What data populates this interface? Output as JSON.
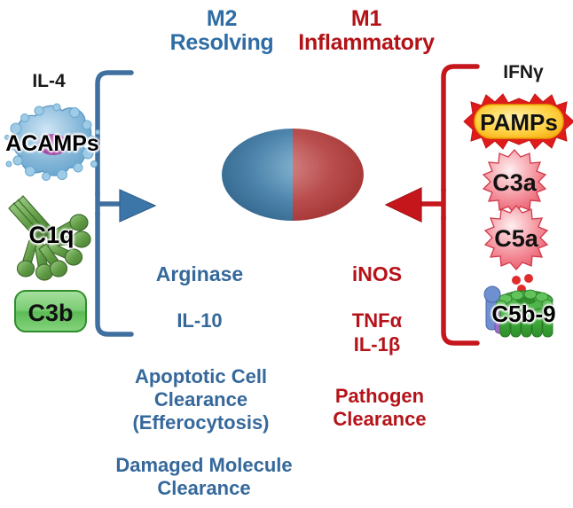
{
  "diagram": {
    "title_left": "M2\nResolving",
    "title_right": "M1\nInflammatory"
  },
  "headings": {
    "m2_line1": "M2",
    "m2_line2": "Resolving",
    "m1_line1": "M1",
    "m1_line2": "Inflammatory"
  },
  "left_stimuli": [
    {
      "id": "il4",
      "label": "IL-4",
      "icon": "text-only"
    },
    {
      "id": "acamps",
      "label": "ACAMPs",
      "icon": "apoptotic-cell-blob-icon"
    },
    {
      "id": "c1q",
      "label": "C1q",
      "icon": "c1q-molecule-icon"
    },
    {
      "id": "c3b",
      "label": "C3b",
      "icon": "green-rounded-box-icon"
    }
  ],
  "right_stimuli": [
    {
      "id": "ifng",
      "label": "IFNγ",
      "icon": "text-only"
    },
    {
      "id": "pamps",
      "label": "PAMPs",
      "icon": "yellow-starburst-icon"
    },
    {
      "id": "c3a",
      "label": "C3a",
      "icon": "red-starburst-icon"
    },
    {
      "id": "c5a",
      "label": "C5a",
      "icon": "red-starburst-icon"
    },
    {
      "id": "c5b9",
      "label": "C5b-9",
      "icon": "membrane-attack-complex-icon"
    }
  ],
  "m2_outputs": [
    {
      "id": "arginase",
      "text": "Arginase",
      "size": 22
    },
    {
      "id": "il10",
      "text": "IL-10",
      "size": 21
    },
    {
      "id": "apoptotic",
      "lines": [
        "Apoptotic Cell",
        "Clearance",
        "(Efferocytosis)"
      ],
      "size": 21
    },
    {
      "id": "damaged",
      "lines": [
        "Damaged Molecule",
        "Clearance"
      ],
      "size": 21
    }
  ],
  "m1_outputs": [
    {
      "id": "inos",
      "text": "iNOS",
      "size": 22
    },
    {
      "id": "tnfa",
      "text": "TNFα",
      "size": 21
    },
    {
      "id": "il1b",
      "text": "IL-1β",
      "size": 21
    },
    {
      "id": "pathogen",
      "lines": [
        "Pathogen",
        "Clearance"
      ],
      "size": 21
    }
  ],
  "m2_output_lines": {
    "arginase": "Arginase",
    "il10": "IL-10",
    "apoptotic_1": "Apoptotic Cell",
    "apoptotic_2": "Clearance",
    "apoptotic_3": "(Efferocytosis)",
    "damaged_1": "Damaged Molecule",
    "damaged_2": "Clearance"
  },
  "m1_output_lines": {
    "inos": "iNOS",
    "tnfa": "TNFα",
    "il1b": "IL-1β",
    "pathogen_1": "Pathogen",
    "pathogen_2": "Clearance"
  },
  "cell": {
    "name": "macrophage",
    "left_half_label": "M2 resolving half",
    "right_half_label": "M1 inflammatory half",
    "nucleus": "nucleus"
  },
  "arrows": {
    "left_direction": "right",
    "right_direction": "left"
  },
  "colors": {
    "m2_blue": "#2e6ca4",
    "m1_red": "#b31217",
    "text_blue": "#35689b",
    "text_red": "#b51319",
    "bracket_blue": "#40709f",
    "bracket_red": "#c5161c",
    "cell_blue_light": "#aed6ec",
    "cell_blue_dark": "#5e9ec4",
    "cell_red_light": "#f9b9c2",
    "cell_red_dark": "#f07f8e",
    "nucleus_blue": "#3c6f96",
    "nucleus_red": "#b33b3b",
    "c3b_green": "#6cc06c",
    "c1q_green": "#6aa84f",
    "pamps_yellow": "#ffd24a",
    "pamps_red": "#e01b1b",
    "label_black": "#1a1a1a",
    "background": "#ffffff"
  }
}
